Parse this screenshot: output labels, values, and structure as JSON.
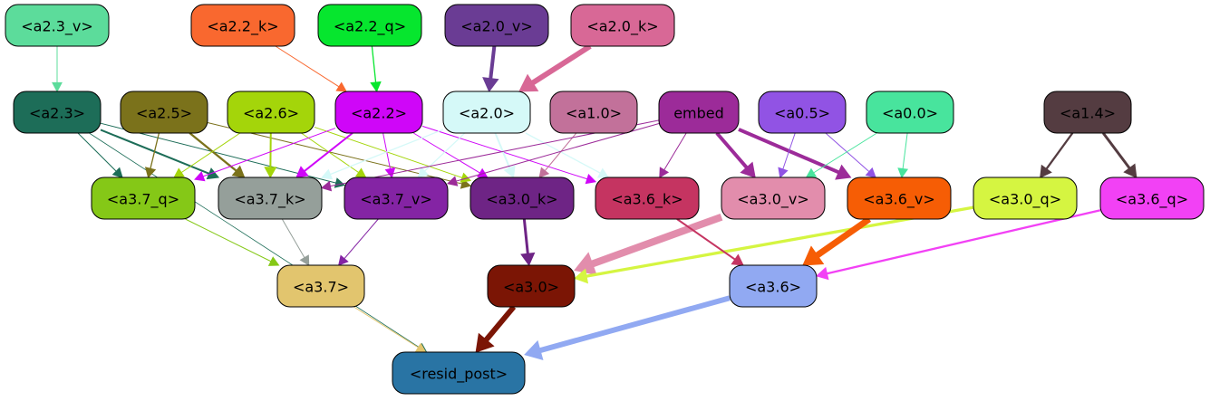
{
  "nodes": [
    {
      "id": "a2_3_v",
      "label": "<a2.3_v>",
      "color": "#5cdc9b",
      "text_color": "#000000"
    },
    {
      "id": "a2_2_k",
      "label": "<a2.2_k>",
      "color": "#f9682f",
      "text_color": "#000000"
    },
    {
      "id": "a2_2_q",
      "label": "<a2.2_q>",
      "color": "#06e62e",
      "text_color": "#000000"
    },
    {
      "id": "a2_0_v",
      "label": "<a2.0_v>",
      "color": "#6a3c94",
      "text_color": "#000000"
    },
    {
      "id": "a2_0_k",
      "label": "<a2.0_k>",
      "color": "#d86896",
      "text_color": "#000000"
    },
    {
      "id": "a2_3",
      "label": "<a2.3>",
      "color": "#1d6d58",
      "text_color": "#000000"
    },
    {
      "id": "a2_5",
      "label": "<a2.5>",
      "color": "#7b721b",
      "text_color": "#000000"
    },
    {
      "id": "a2_6",
      "label": "<a2.6>",
      "color": "#a4d50a",
      "text_color": "#000000"
    },
    {
      "id": "a2_2",
      "label": "<a2.2>",
      "color": "#cf06f8",
      "text_color": "#000000"
    },
    {
      "id": "a2_0",
      "label": "<a2.0>",
      "color": "#d5f9f8",
      "text_color": "#000000"
    },
    {
      "id": "a1_0",
      "label": "<a1.0>",
      "color": "#c2719a",
      "text_color": "#000000"
    },
    {
      "id": "embed",
      "label": "embed",
      "color": "#9c2b99",
      "text_color": "#000000"
    },
    {
      "id": "a0_5",
      "label": "<a0.5>",
      "color": "#9153e4",
      "text_color": "#000000"
    },
    {
      "id": "a0_0",
      "label": "<a0.0>",
      "color": "#48e49d",
      "text_color": "#000000"
    },
    {
      "id": "a1_4",
      "label": "<a1.4>",
      "color": "#543c41",
      "text_color": "#000000"
    },
    {
      "id": "a3_7_q",
      "label": "<a3.7_q>",
      "color": "#85c817",
      "text_color": "#000000"
    },
    {
      "id": "a3_7_k",
      "label": "<a3.7_k>",
      "color": "#959f9a",
      "text_color": "#000000"
    },
    {
      "id": "a3_7_v",
      "label": "<a3.7_v>",
      "color": "#8424a4",
      "text_color": "#000000"
    },
    {
      "id": "a3_0_k",
      "label": "<a3.0_k>",
      "color": "#6e2485",
      "text_color": "#000000"
    },
    {
      "id": "a3_6_k",
      "label": "<a3.6_k>",
      "color": "#c53461",
      "text_color": "#000000"
    },
    {
      "id": "a3_0_v",
      "label": "<a3.0_v>",
      "color": "#e28dac",
      "text_color": "#000000"
    },
    {
      "id": "a3_6_v",
      "label": "<a3.6_v>",
      "color": "#f65d05",
      "text_color": "#000000"
    },
    {
      "id": "a3_0_q",
      "label": "<a3.0_q>",
      "color": "#d5f541",
      "text_color": "#000000"
    },
    {
      "id": "a3_6_q",
      "label": "<a3.6_q>",
      "color": "#f241f5",
      "text_color": "#000000"
    },
    {
      "id": "a3_7",
      "label": "<a3.7>",
      "color": "#e2c56e",
      "text_color": "#000000"
    },
    {
      "id": "a3_0",
      "label": "<a3.0>",
      "color": "#7b1505",
      "text_color": "#000000"
    },
    {
      "id": "a3_6",
      "label": "<a3.6>",
      "color": "#91a9f2",
      "text_color": "#000000"
    },
    {
      "id": "resid_post",
      "label": "<resid_post>",
      "color": "#2974a4",
      "text_color": "#000000"
    }
  ],
  "edges": [
    {
      "from": "a2_3_v",
      "to": "a2_3",
      "color": "#5cdc9b",
      "weight": 1
    },
    {
      "from": "a2_2_k",
      "to": "a2_2",
      "color": "#f9682f",
      "weight": 1
    },
    {
      "from": "a2_2_q",
      "to": "a2_2",
      "color": "#06e62e",
      "weight": 1.3
    },
    {
      "from": "a2_0_v",
      "to": "a2_0",
      "color": "#6a3c94",
      "weight": 4
    },
    {
      "from": "a2_0_k",
      "to": "a2_0",
      "color": "#d86896",
      "weight": 6
    },
    {
      "from": "a2_3",
      "to": "resid_post",
      "color": "#1d6d58",
      "weight": 0.8
    },
    {
      "from": "a2_3",
      "to": "a3_7_q",
      "color": "#1d6d58",
      "weight": 1
    },
    {
      "from": "a2_3",
      "to": "a3_7_k",
      "color": "#1d6d58",
      "weight": 2
    },
    {
      "from": "a2_3",
      "to": "a3_7_v",
      "color": "#1d6d58",
      "weight": 1
    },
    {
      "from": "a2_5",
      "to": "a3_7_q",
      "color": "#7b721b",
      "weight": 1.3
    },
    {
      "from": "a2_5",
      "to": "a3_7_k",
      "color": "#7b721b",
      "weight": 2.3
    },
    {
      "from": "a2_5",
      "to": "a3_0_k",
      "color": "#7b721b",
      "weight": 1
    },
    {
      "from": "a2_6",
      "to": "a3_7_q",
      "color": "#a4d50a",
      "weight": 1
    },
    {
      "from": "a2_6",
      "to": "a3_7_k",
      "color": "#a4d50a",
      "weight": 2
    },
    {
      "from": "a2_6",
      "to": "a3_7_v",
      "color": "#a4d50a",
      "weight": 1
    },
    {
      "from": "a2_6",
      "to": "a3_0_k",
      "color": "#a4d50a",
      "weight": 1
    },
    {
      "from": "a2_2",
      "to": "a3_7_q",
      "color": "#cf06f8",
      "weight": 1
    },
    {
      "from": "a2_2",
      "to": "a3_7_k",
      "color": "#cf06f8",
      "weight": 2
    },
    {
      "from": "a2_2",
      "to": "a3_7_v",
      "color": "#cf06f8",
      "weight": 1
    },
    {
      "from": "a2_2",
      "to": "a3_0_k",
      "color": "#cf06f8",
      "weight": 1
    },
    {
      "from": "a2_2",
      "to": "a3_6_k",
      "color": "#cf06f8",
      "weight": 1
    },
    {
      "from": "a2_0",
      "to": "a3_7_k",
      "color": "#d5f9f8",
      "weight": 1.3
    },
    {
      "from": "a2_0",
      "to": "a3_7_v",
      "color": "#d5f9f8",
      "weight": 1.3
    },
    {
      "from": "a2_0",
      "to": "a3_0_k",
      "color": "#d5f9f8",
      "weight": 2
    },
    {
      "from": "a2_0",
      "to": "a3_6_k",
      "color": "#d5f9f8",
      "weight": 1.3
    },
    {
      "from": "a1_0",
      "to": "a3_0_k",
      "color": "#c2719a",
      "weight": 1
    },
    {
      "from": "embed",
      "to": "a3_7_k",
      "color": "#9c2b99",
      "weight": 1
    },
    {
      "from": "embed",
      "to": "a3_7_v",
      "color": "#9c2b99",
      "weight": 1
    },
    {
      "from": "embed",
      "to": "a3_6_k",
      "color": "#9c2b99",
      "weight": 1
    },
    {
      "from": "embed",
      "to": "a3_0_v",
      "color": "#9c2b99",
      "weight": 4
    },
    {
      "from": "embed",
      "to": "a3_6_v",
      "color": "#9c2b99",
      "weight": 4
    },
    {
      "from": "a0_5",
      "to": "a3_0_v",
      "color": "#9153e4",
      "weight": 1
    },
    {
      "from": "a0_5",
      "to": "a3_6_v",
      "color": "#9153e4",
      "weight": 1
    },
    {
      "from": "a0_0",
      "to": "a3_0_v",
      "color": "#48e49d",
      "weight": 1
    },
    {
      "from": "a0_0",
      "to": "a3_6_v",
      "color": "#48e49d",
      "weight": 1
    },
    {
      "from": "a1_4",
      "to": "a3_0_q",
      "color": "#543c41",
      "weight": 2.3
    },
    {
      "from": "a1_4",
      "to": "a3_6_q",
      "color": "#543c41",
      "weight": 3
    },
    {
      "from": "a3_7_q",
      "to": "a3_7",
      "color": "#85c817",
      "weight": 1
    },
    {
      "from": "a3_7_k",
      "to": "a3_7",
      "color": "#959f9a",
      "weight": 1
    },
    {
      "from": "a3_7_v",
      "to": "a3_7",
      "color": "#8424a4",
      "weight": 1
    },
    {
      "from": "a3_0_k",
      "to": "a3_0",
      "color": "#6e2485",
      "weight": 3
    },
    {
      "from": "a3_0_v",
      "to": "a3_0",
      "color": "#e28dac",
      "weight": 8
    },
    {
      "from": "a3_0_q",
      "to": "a3_0",
      "color": "#d5f541",
      "weight": 3.3
    },
    {
      "from": "a3_6_k",
      "to": "a3_6",
      "color": "#c53461",
      "weight": 2
    },
    {
      "from": "a3_6_v",
      "to": "a3_6",
      "color": "#f65d05",
      "weight": 7
    },
    {
      "from": "a3_6_q",
      "to": "a3_6",
      "color": "#f241f5",
      "weight": 2.3
    },
    {
      "from": "a3_7",
      "to": "resid_post",
      "color": "#e2c56e",
      "weight": 1
    },
    {
      "from": "a3_0",
      "to": "resid_post",
      "color": "#7b1505",
      "weight": 6
    },
    {
      "from": "a3_6",
      "to": "resid_post",
      "color": "#91a9f2",
      "weight": 6
    }
  ]
}
